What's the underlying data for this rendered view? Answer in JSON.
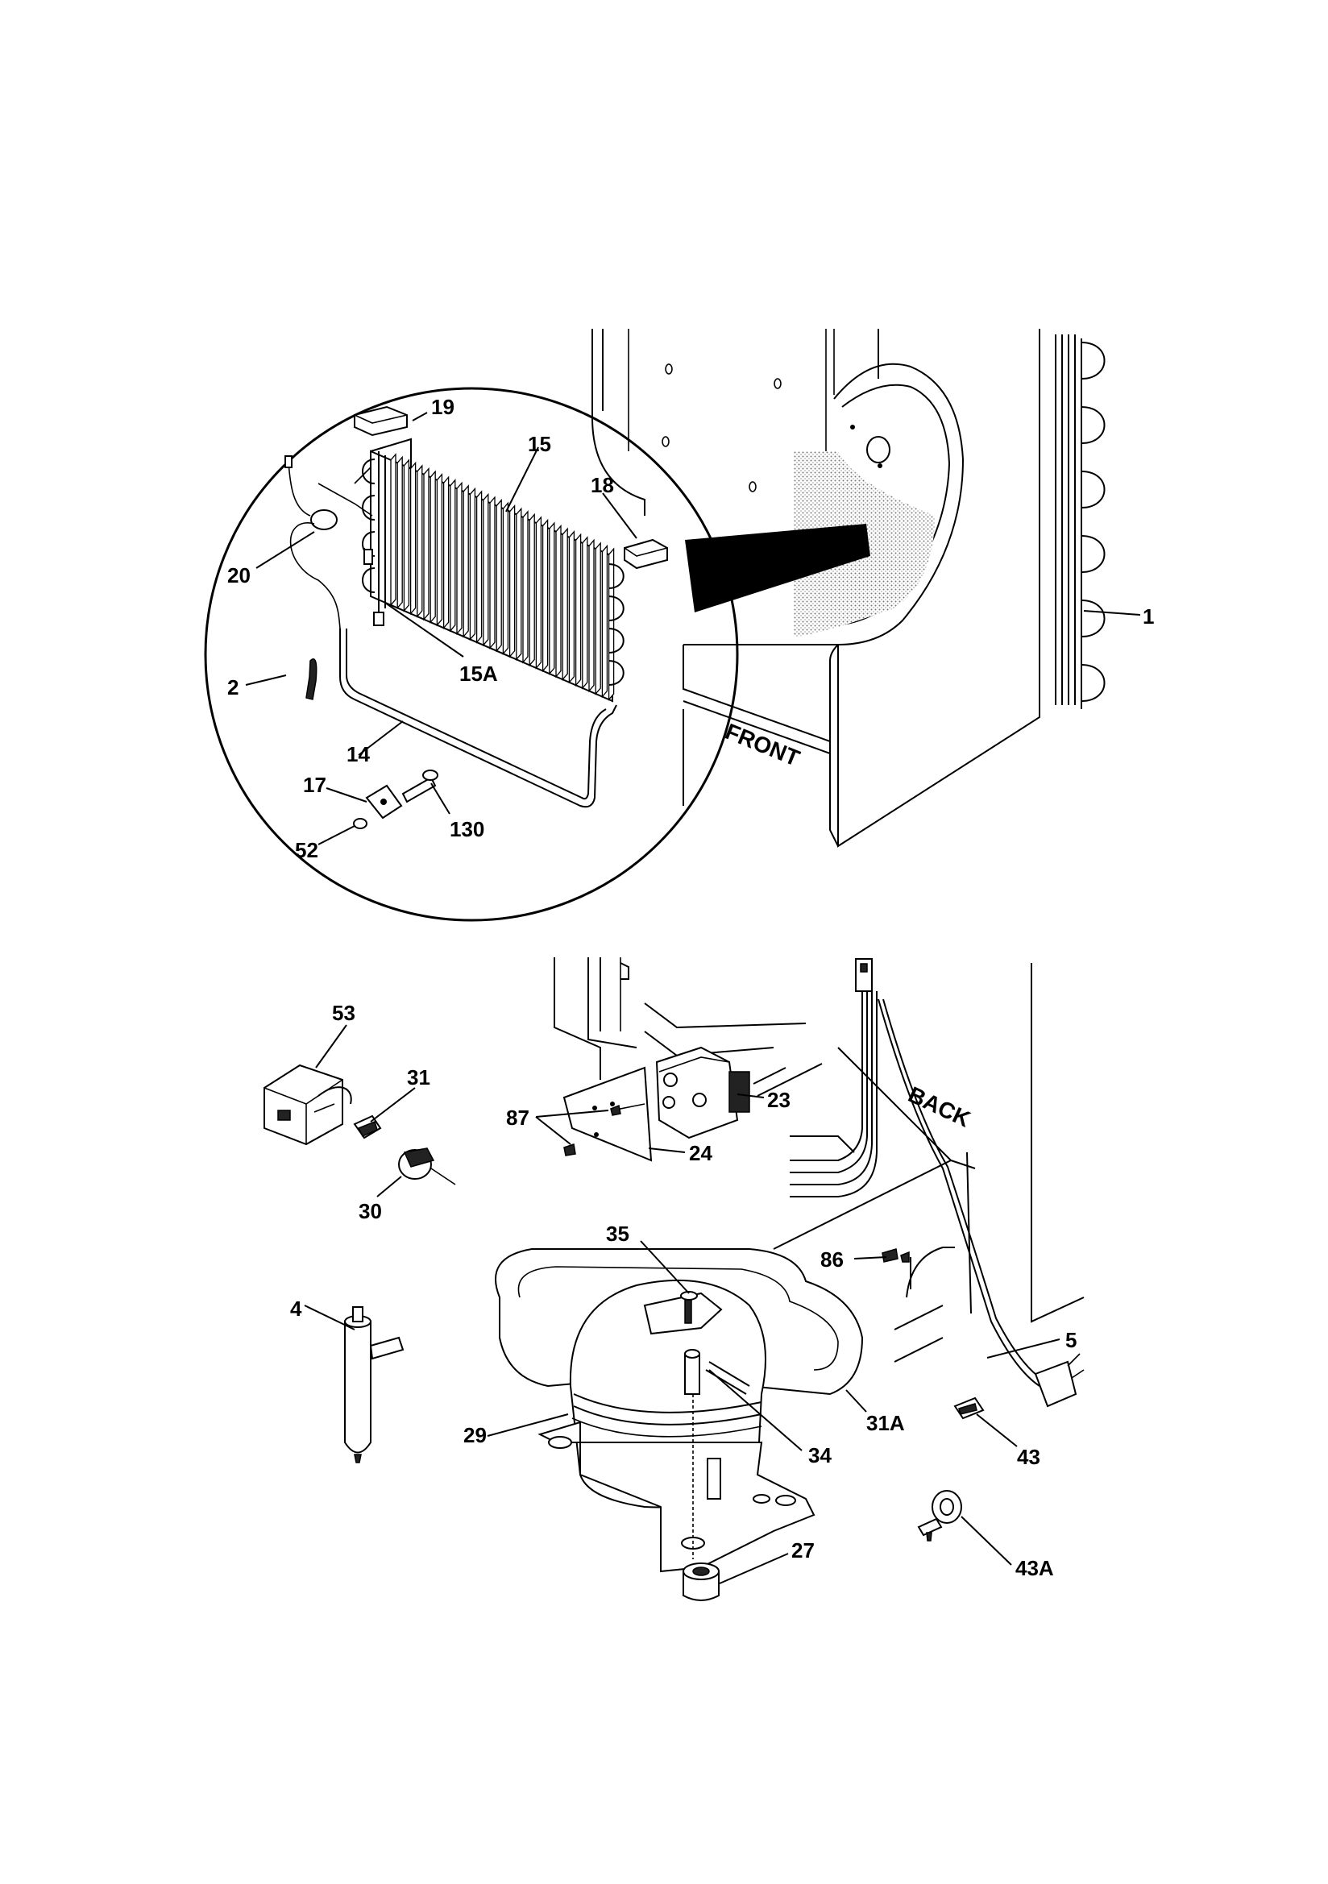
{
  "diagram": {
    "words": {
      "front": "FRONT",
      "back": "BACK"
    },
    "labels": {
      "l19": "19",
      "l15": "15",
      "l18": "18",
      "l20": "20",
      "l15A": "15A",
      "l2": "2",
      "l14": "14",
      "l17": "17",
      "l130": "130",
      "l52": "52",
      "l1": "1",
      "l53": "53",
      "l31": "31",
      "l30": "30",
      "l87": "87",
      "l23": "23",
      "l24": "24",
      "l35": "35",
      "l86": "86",
      "l4": "4",
      "l5": "5",
      "l29": "29",
      "l31A": "31A",
      "l34": "34",
      "l43": "43",
      "l27": "27",
      "l43A": "43A"
    }
  }
}
